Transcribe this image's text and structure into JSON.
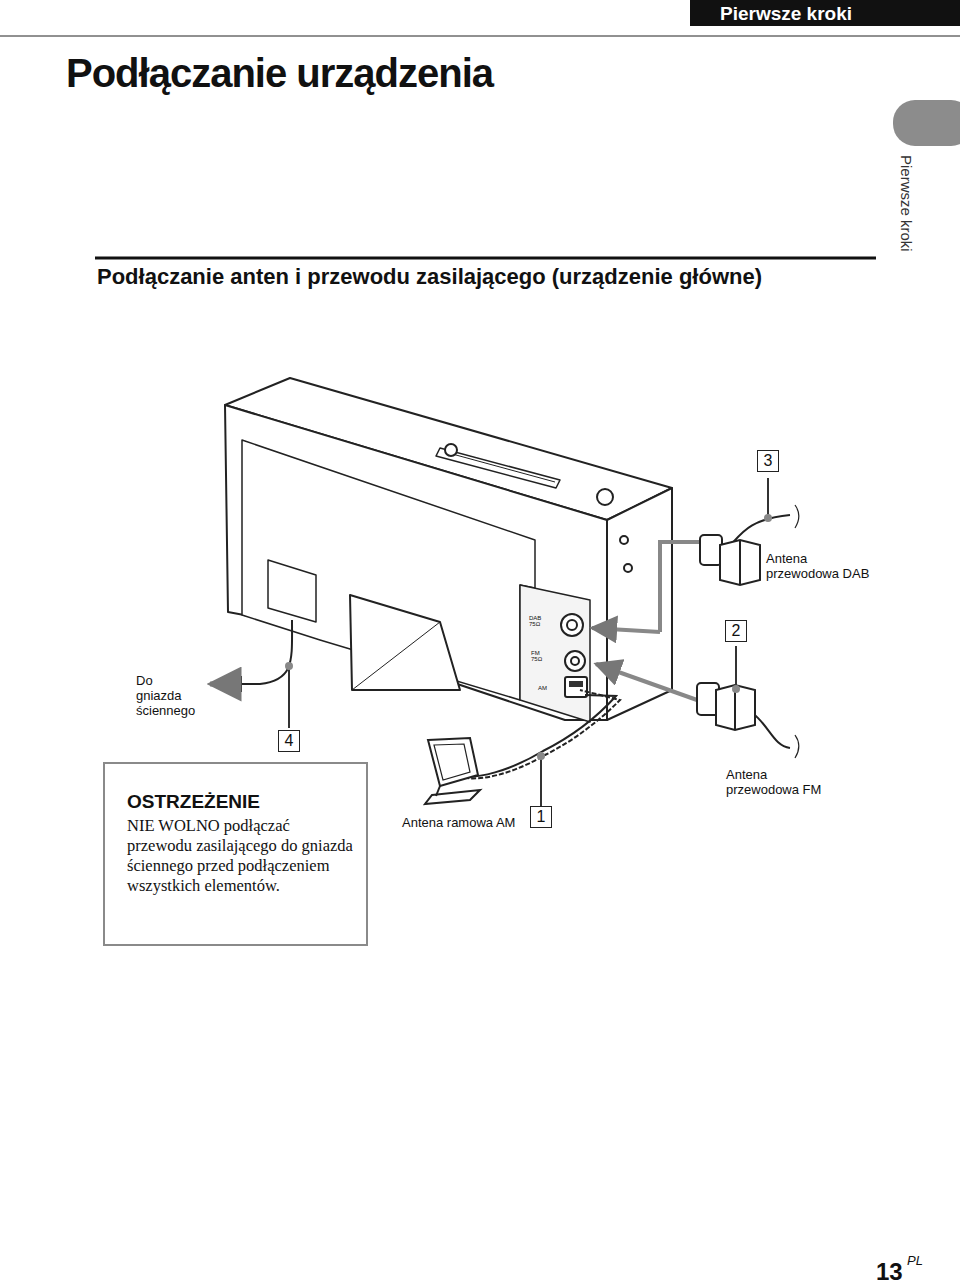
{
  "diagram": {
    "title": "Podłączanie urządzenia",
    "nodes": [
      {
        "text": [
          "OSTRZEŻENIE",
          "NIE WOLNO podłączać przewodu zasilającego do gniazda ściennego przed podłączeniem wszystkich elementów."
        ]
      }
    ],
    "edges": [],
    "labels": [
      "Pierwsze kroki",
      "Pierwsze kroki",
      "Podłączanie anten i przewodu zasilającego (urządzenie główne)",
      "3",
      "Antena przewodowa DAB",
      "2",
      "DAB 75Ω",
      "FM 75Ω",
      "AM",
      "Do gniazda ściennego",
      "4",
      "Antena ramowa AM",
      "1",
      "Antena przewodowa FM",
      "13",
      "PL"
    ]
  }
}
